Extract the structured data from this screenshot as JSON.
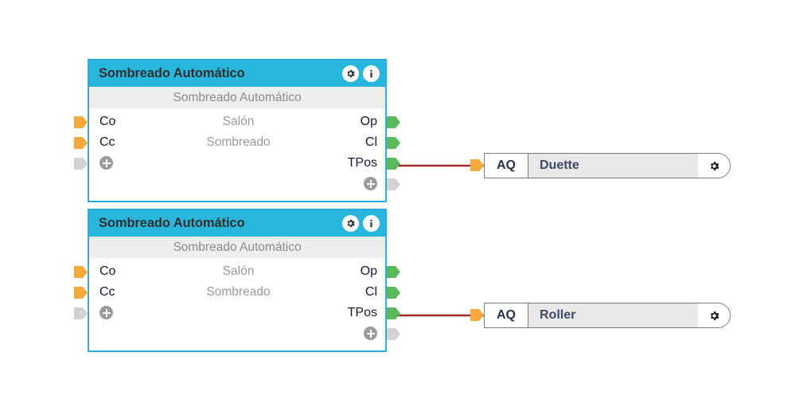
{
  "canvas": {
    "background": "#ffffff",
    "accent_header": "#29b6dd",
    "accent_border": "#29ace2",
    "wire_color": "#a02c2c",
    "port_in_color": "#f5a83c",
    "port_out_color": "#5cb85c",
    "port_disabled_color": "#d2d2d2"
  },
  "nodes": [
    {
      "id": "sombreado-1",
      "title": "Sombreado Automático",
      "subtitle": "Sombreado Automático",
      "header_icons": [
        {
          "name": "gear-icon",
          "glyph": "gear"
        },
        {
          "name": "info-icon",
          "glyph": "info"
        }
      ],
      "rows": [
        {
          "left": "Co",
          "center": "Salón",
          "right": "Op",
          "in_port": "active",
          "out_port": "active"
        },
        {
          "left": "Cc",
          "center": "Sombreado",
          "right": "Cl",
          "in_port": "active",
          "out_port": "active"
        },
        {
          "left": "plus",
          "center": "",
          "right": "TPos",
          "in_port": "disabled",
          "out_port": "active"
        },
        {
          "left": "",
          "center": "",
          "right": "plus",
          "in_port": "none",
          "out_port": "disabled"
        }
      ]
    },
    {
      "id": "sombreado-2",
      "title": "Sombreado Automático",
      "subtitle": "Sombreado Automático",
      "header_icons": [
        {
          "name": "gear-icon",
          "glyph": "gear"
        },
        {
          "name": "info-icon",
          "glyph": "info"
        }
      ],
      "rows": [
        {
          "left": "Co",
          "center": "Salón",
          "right": "Op",
          "in_port": "active",
          "out_port": "active"
        },
        {
          "left": "Cc",
          "center": "Sombreado",
          "right": "Cl",
          "in_port": "active",
          "out_port": "active"
        },
        {
          "left": "plus",
          "center": "",
          "right": "TPos",
          "in_port": "disabled",
          "out_port": "active"
        },
        {
          "left": "",
          "center": "",
          "right": "plus",
          "in_port": "none",
          "out_port": "disabled"
        }
      ]
    }
  ],
  "devices": [
    {
      "id": "device-duette",
      "port_label": "AQ",
      "label": "Duette",
      "gear_icon": "gear-icon"
    },
    {
      "id": "device-roller",
      "port_label": "AQ",
      "label": "Roller",
      "gear_icon": "gear-icon"
    }
  ],
  "connections": [
    {
      "from": "sombreado-1.TPos",
      "to": "device-duette.AQ"
    },
    {
      "from": "sombreado-2.TPos",
      "to": "device-roller.AQ"
    }
  ]
}
